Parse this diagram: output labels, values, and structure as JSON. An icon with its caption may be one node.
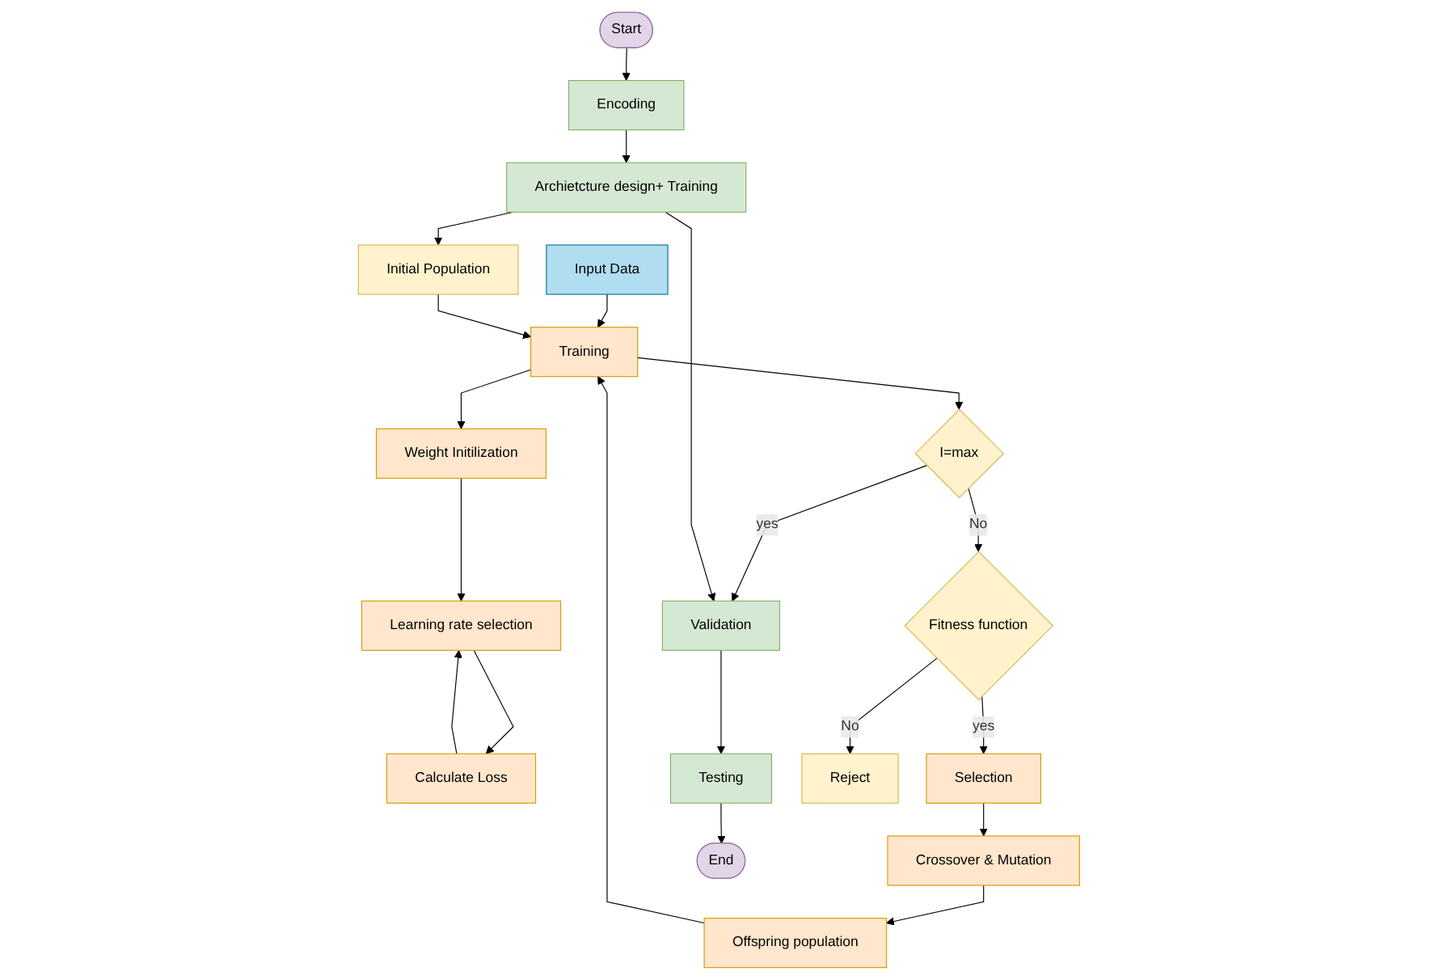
{
  "diagram": {
    "nodes": [
      {
        "text": [
          "Start"
        ]
      },
      {
        "text": [
          "Input Data"
        ]
      },
      {
        "text": [
          "Calculate Loss"
        ]
      },
      {
        "text": [
          "Encoding"
        ]
      },
      {
        "text": [
          "Initial Population"
        ]
      },
      {
        "text": [
          "Training"
        ]
      },
      {
        "text": [
          "Learning rate selection"
        ]
      },
      {
        "text": [
          "Archietcture design+ Training"
        ]
      },
      {
        "text": [
          "Weight Initilization"
        ]
      },
      {
        "text": [
          "I=max"
        ]
      },
      {
        "text": [
          "Validation"
        ]
      },
      {
        "text": [
          "Fitness function"
        ]
      },
      {
        "text": [
          "Selection"
        ]
      },
      {
        "text": [
          "Crossover & Mutation"
        ]
      },
      {
        "text": [
          "Testing"
        ]
      },
      {
        "text": [
          "Reject"
        ]
      },
      {
        "text": [
          "Offspring population"
        ]
      },
      {
        "text": [
          "End"
        ]
      }
    ],
    "edges": [
      {
        "from": 0,
        "to": 3,
        "arrow": "to"
      },
      {
        "from": 3,
        "to": 7,
        "arrow": "to"
      },
      {
        "from": 7,
        "to": 4,
        "arrow": "to"
      },
      {
        "from": 1,
        "to": 5,
        "arrow": "to"
      },
      {
        "from": 4,
        "to": 5,
        "arrow": "to"
      },
      {
        "from": 5,
        "to": 8,
        "arrow": "to"
      },
      {
        "from": 8,
        "to": 6,
        "arrow": "to"
      },
      {
        "from": 6,
        "to": 2,
        "arrow": "to"
      },
      {
        "from": 2,
        "to": 6,
        "arrow": "to"
      },
      {
        "from": 5,
        "to": 9,
        "arrow": "to"
      },
      {
        "from": 9,
        "to": 10,
        "arrow": "to",
        "label": "yes"
      },
      {
        "from": 9,
        "to": 11,
        "arrow": "to",
        "label": "No"
      },
      {
        "from": 11,
        "to": 12,
        "arrow": "to",
        "label": "yes"
      },
      {
        "from": 11,
        "to": 15,
        "arrow": "to",
        "label": "No"
      },
      {
        "from": 12,
        "to": 13,
        "arrow": "to"
      },
      {
        "from": 13,
        "to": 16,
        "arrow": "to"
      },
      {
        "from": 16,
        "to": 5,
        "arrow": "to"
      },
      {
        "from": 7,
        "to": 10,
        "arrow": "to"
      },
      {
        "from": 10,
        "to": 14,
        "arrow": "to"
      },
      {
        "from": 14,
        "to": 17,
        "arrow": "to"
      }
    ]
  }
}
